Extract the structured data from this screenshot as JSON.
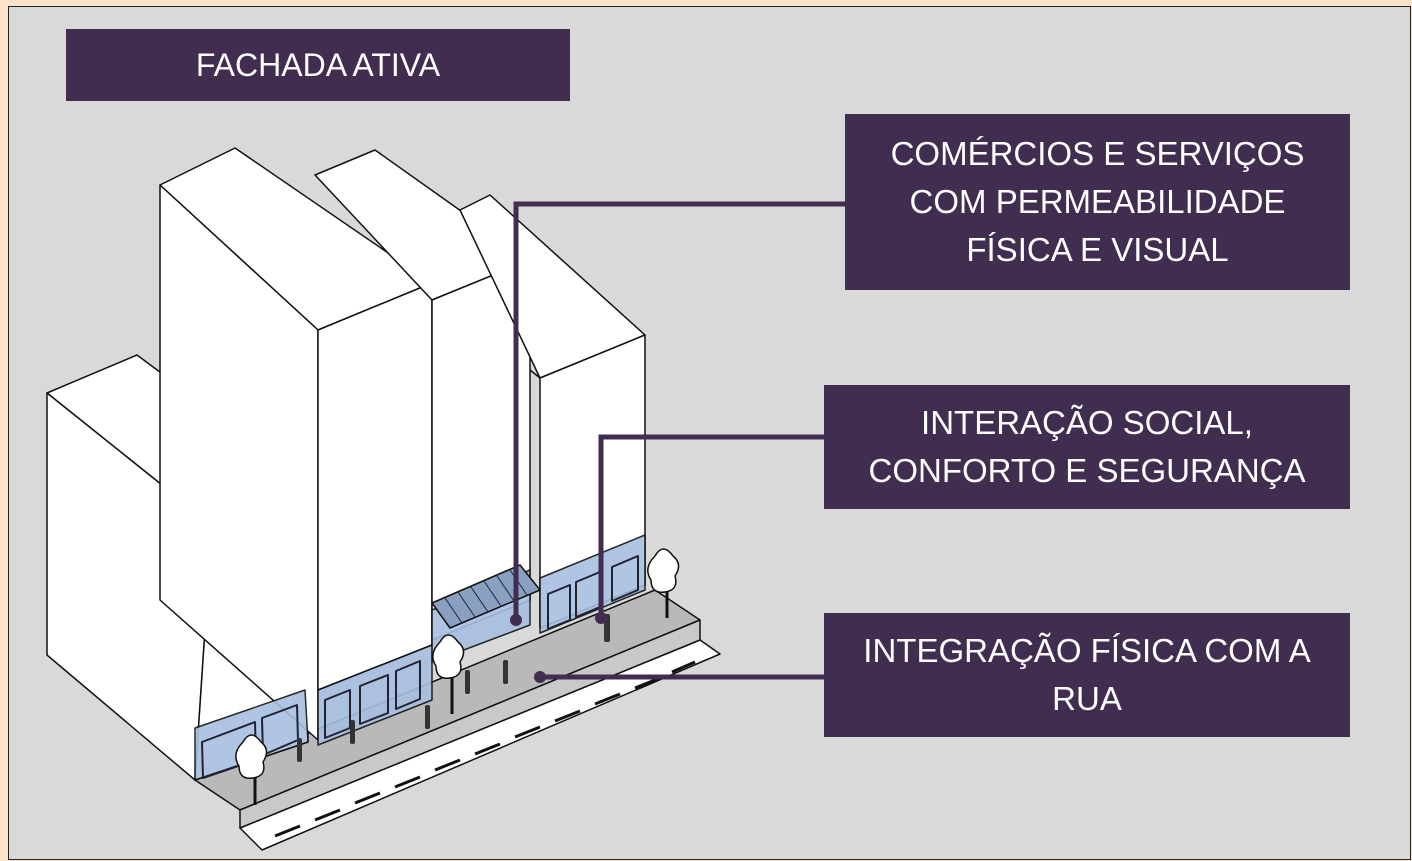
{
  "title": "FACHADA ATIVA",
  "labels": {
    "comercios": "COMÉRCIOS E SERVIÇOS\nCOM PERMEABILIDADE\nFÍSICA E VISUAL",
    "interacao": "INTERAÇÃO SOCIAL,\nCONFORTO E SEGURANÇA",
    "integracao": "INTEGRAÇÃO FÍSICA COM A\nRUA"
  },
  "colors": {
    "label_bg": "#402d4f",
    "label_text": "#ffffff",
    "panel_bg": "#d9d9d9",
    "slide_bg": "#fbe3c9",
    "ground_floor_glass": "#a8bfe0",
    "sidewalk": "#b9b9b9",
    "leader_line": "#402d4f"
  }
}
